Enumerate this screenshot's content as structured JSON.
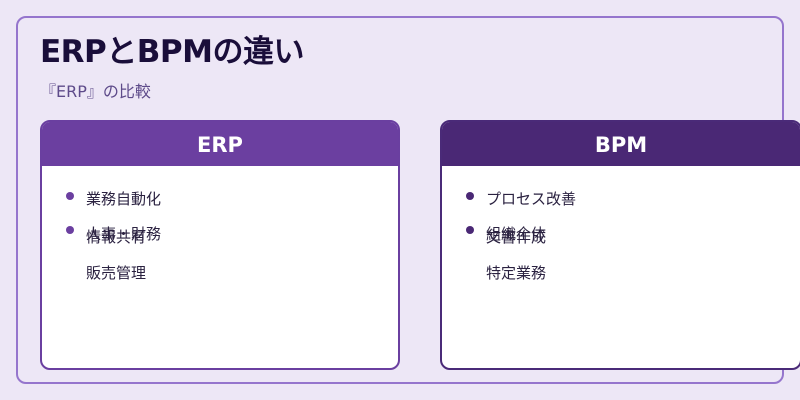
{
  "title": "ERPとBPMの違い",
  "subtitle": "『ERP』の比較",
  "cards": {
    "erp": {
      "header": "ERP",
      "items": [
        "業務自動化",
        "人事・財務",
        "情報共有",
        "販売管理"
      ]
    },
    "bpm": {
      "header": "BPM",
      "items": [
        "プロセス改善",
        "組織全体",
        "文書作成",
        "特定業務"
      ]
    }
  },
  "colors": {
    "background": "#ede7f6",
    "frame_border": "#9575cd",
    "erp_header": "#6b3fa0",
    "bpm_header": "#4a2875"
  }
}
